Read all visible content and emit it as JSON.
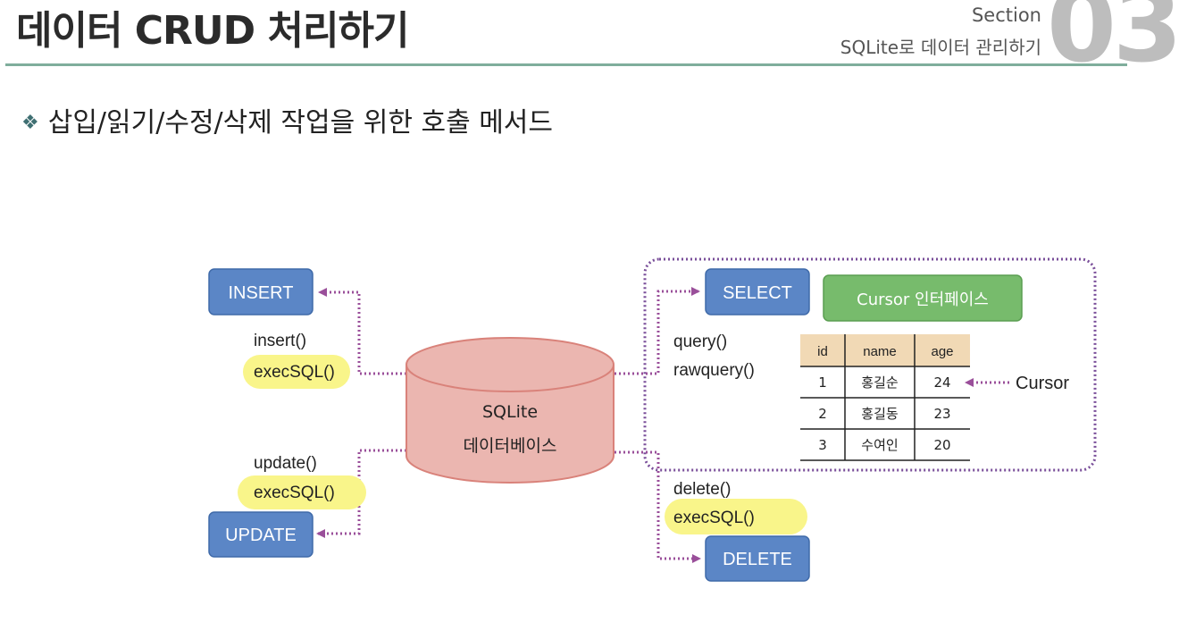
{
  "header": {
    "title": "데이터 CRUD 처리하기",
    "section_label": "Section",
    "section_subtitle": "SQLite로 데이터 관리하기",
    "section_number": "03"
  },
  "subheading": {
    "bullet": "❖",
    "text": "삽입/읽기/수정/삭제 작업을 위한 호출 메서드"
  },
  "diagram": {
    "database": {
      "line1": "SQLite",
      "line2": "데이터베이스"
    },
    "operations": {
      "insert": {
        "label": "INSERT",
        "methods": [
          "insert()",
          "execSQL()"
        ]
      },
      "update": {
        "label": "UPDATE",
        "methods": [
          "update()",
          "execSQL()"
        ]
      },
      "select": {
        "label": "SELECT",
        "methods": [
          "query()",
          "rawquery()"
        ]
      },
      "delete": {
        "label": "DELETE",
        "methods": [
          "delete()",
          "execSQL()"
        ]
      }
    },
    "cursor_interface": "Cursor 인터페이스",
    "cursor_label": "Cursor",
    "table": {
      "headers": [
        "id",
        "name",
        "age"
      ],
      "rows": [
        [
          "1",
          "홍길순",
          "24"
        ],
        [
          "2",
          "홍길동",
          "23"
        ],
        [
          "3",
          "수여인",
          "20"
        ]
      ]
    }
  },
  "colors": {
    "blue_box": "#5b86c6",
    "green_box": "#77bb6c",
    "db_fill": "#ebb6b0",
    "db_stroke": "#d9827a",
    "highlight": "#f9f58a",
    "arrow": "#9a4f9a",
    "frame": "#7a4f9a",
    "table_header": "#f1d9b5",
    "rule": "#7fae9c"
  }
}
